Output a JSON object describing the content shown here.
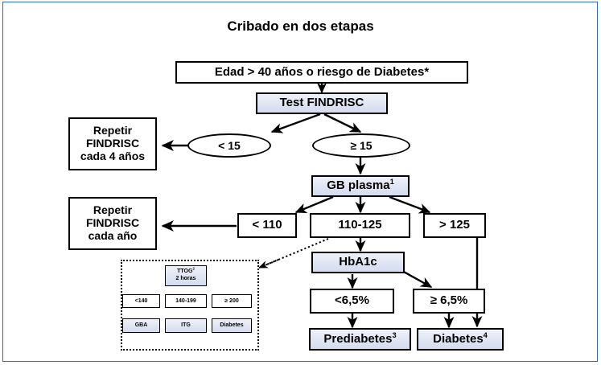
{
  "page": {
    "title": "Cribado en dos etapas",
    "frame_color": "#2e6cad",
    "accent_fill": "#dfe5f3"
  },
  "flow": {
    "entry": "Edad > 40 años o riesgo de Diabetes*",
    "test": "Test  FINDRISC",
    "branch_low": "< 15",
    "branch_high": "≥ 15",
    "repeat_4y": "Repetir\nFINDRISC\ncada 4 años",
    "repeat_1y": "Repetir\nFINDRISC\ncada año",
    "glucose": "GB plasma",
    "glucose_sup": "1",
    "gb_low": "< 110",
    "gb_mid": "110-125",
    "gb_high": "> 125",
    "hba1c": "HbA1c",
    "hba1c_low": "<6,5%",
    "hba1c_high": "≥ 6,5%",
    "prediabetes": "Prediabetes",
    "prediabetes_sup": "3",
    "diabetes": "Diabetes",
    "diabetes_sup": "4"
  },
  "inset": {
    "ogtt": "TTOG",
    "ogtt_sup": "2",
    "ogtt_time": "2 horas",
    "r1": "<140",
    "r2": "140-199",
    "r3": "≥ 200",
    "out1": "GBA",
    "out2": "ITG",
    "out3": "Diabetes"
  }
}
